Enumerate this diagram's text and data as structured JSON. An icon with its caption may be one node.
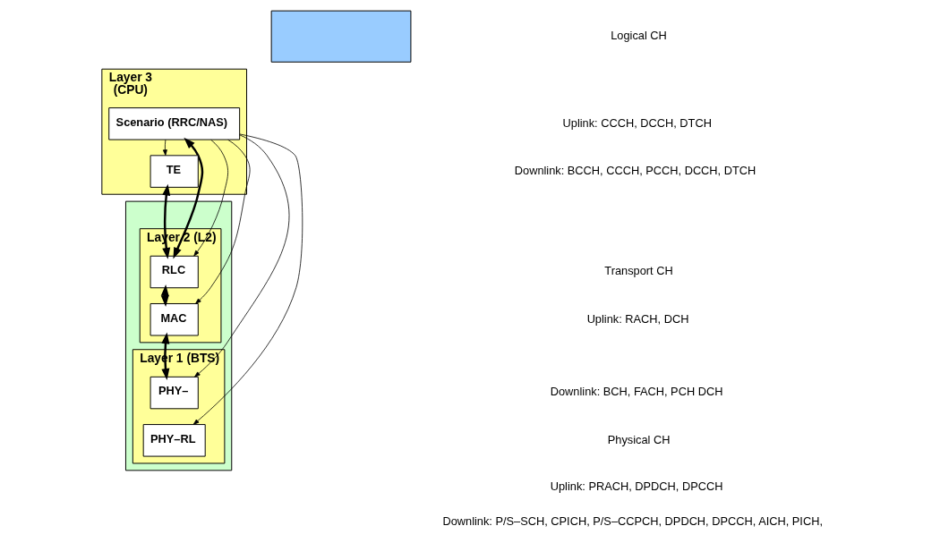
{
  "diagram": {
    "nodes": [
      {
        "text": [],
        "shape": "box"
      },
      {
        "text": [],
        "shape": "box"
      },
      {
        "text": [
          "Layer 3",
          "(CPU)"
        ]
      },
      {
        "text": [
          "Scenario (RRC/NAS)"
        ],
        "in": 2
      },
      {
        "text": [
          "TE"
        ],
        "in": 2
      },
      {
        "text": [
          "Layer 2 (L2)"
        ],
        "in": 1
      },
      {
        "text": [
          "RLC"
        ],
        "in": 5
      },
      {
        "text": [
          "MAC"
        ],
        "in": 5
      },
      {
        "text": [
          "Layer 1 (BTS)"
        ],
        "in": 1
      },
      {
        "text": [
          "PHY–"
        ],
        "in": 8
      },
      {
        "text": [
          "PHY–RL"
        ],
        "in": 8
      }
    ],
    "edges": [
      {
        "from": 3,
        "to": 6,
        "arrow": "both",
        "style": "thick"
      },
      {
        "from": 4,
        "to": 6,
        "arrow": "both",
        "style": "thick"
      },
      {
        "from": 6,
        "to": 7,
        "arrow": "both",
        "style": "thick"
      },
      {
        "from": 7,
        "to": 9,
        "arrow": "both",
        "style": "thick"
      },
      {
        "from": 3,
        "to": 4,
        "arrow": "to"
      },
      {
        "from": 3,
        "to": 6,
        "arrow": "to"
      },
      {
        "from": 3,
        "to": 7,
        "arrow": "to"
      },
      {
        "from": 3,
        "to": 9,
        "arrow": "to"
      },
      {
        "from": 3,
        "to": 10,
        "arrow": "to"
      }
    ],
    "labels": [
      "Logical CH",
      "Uplink: CCCH, DCCH, DTCH",
      "Downlink: BCCH, CCCH, PCCH, DCCH, DTCH",
      "Transport CH",
      "Uplink: RACH, DCH",
      "Downlink: BCH, FACH, PCH DCH",
      "Physical CH",
      "Uplink: PRACH, DPDCH, DPCCH",
      "Downlink: P/S–SCH, CPICH, P/S–CCPCH, DPDCH, DPCCH, AICH, PICH,"
    ]
  }
}
